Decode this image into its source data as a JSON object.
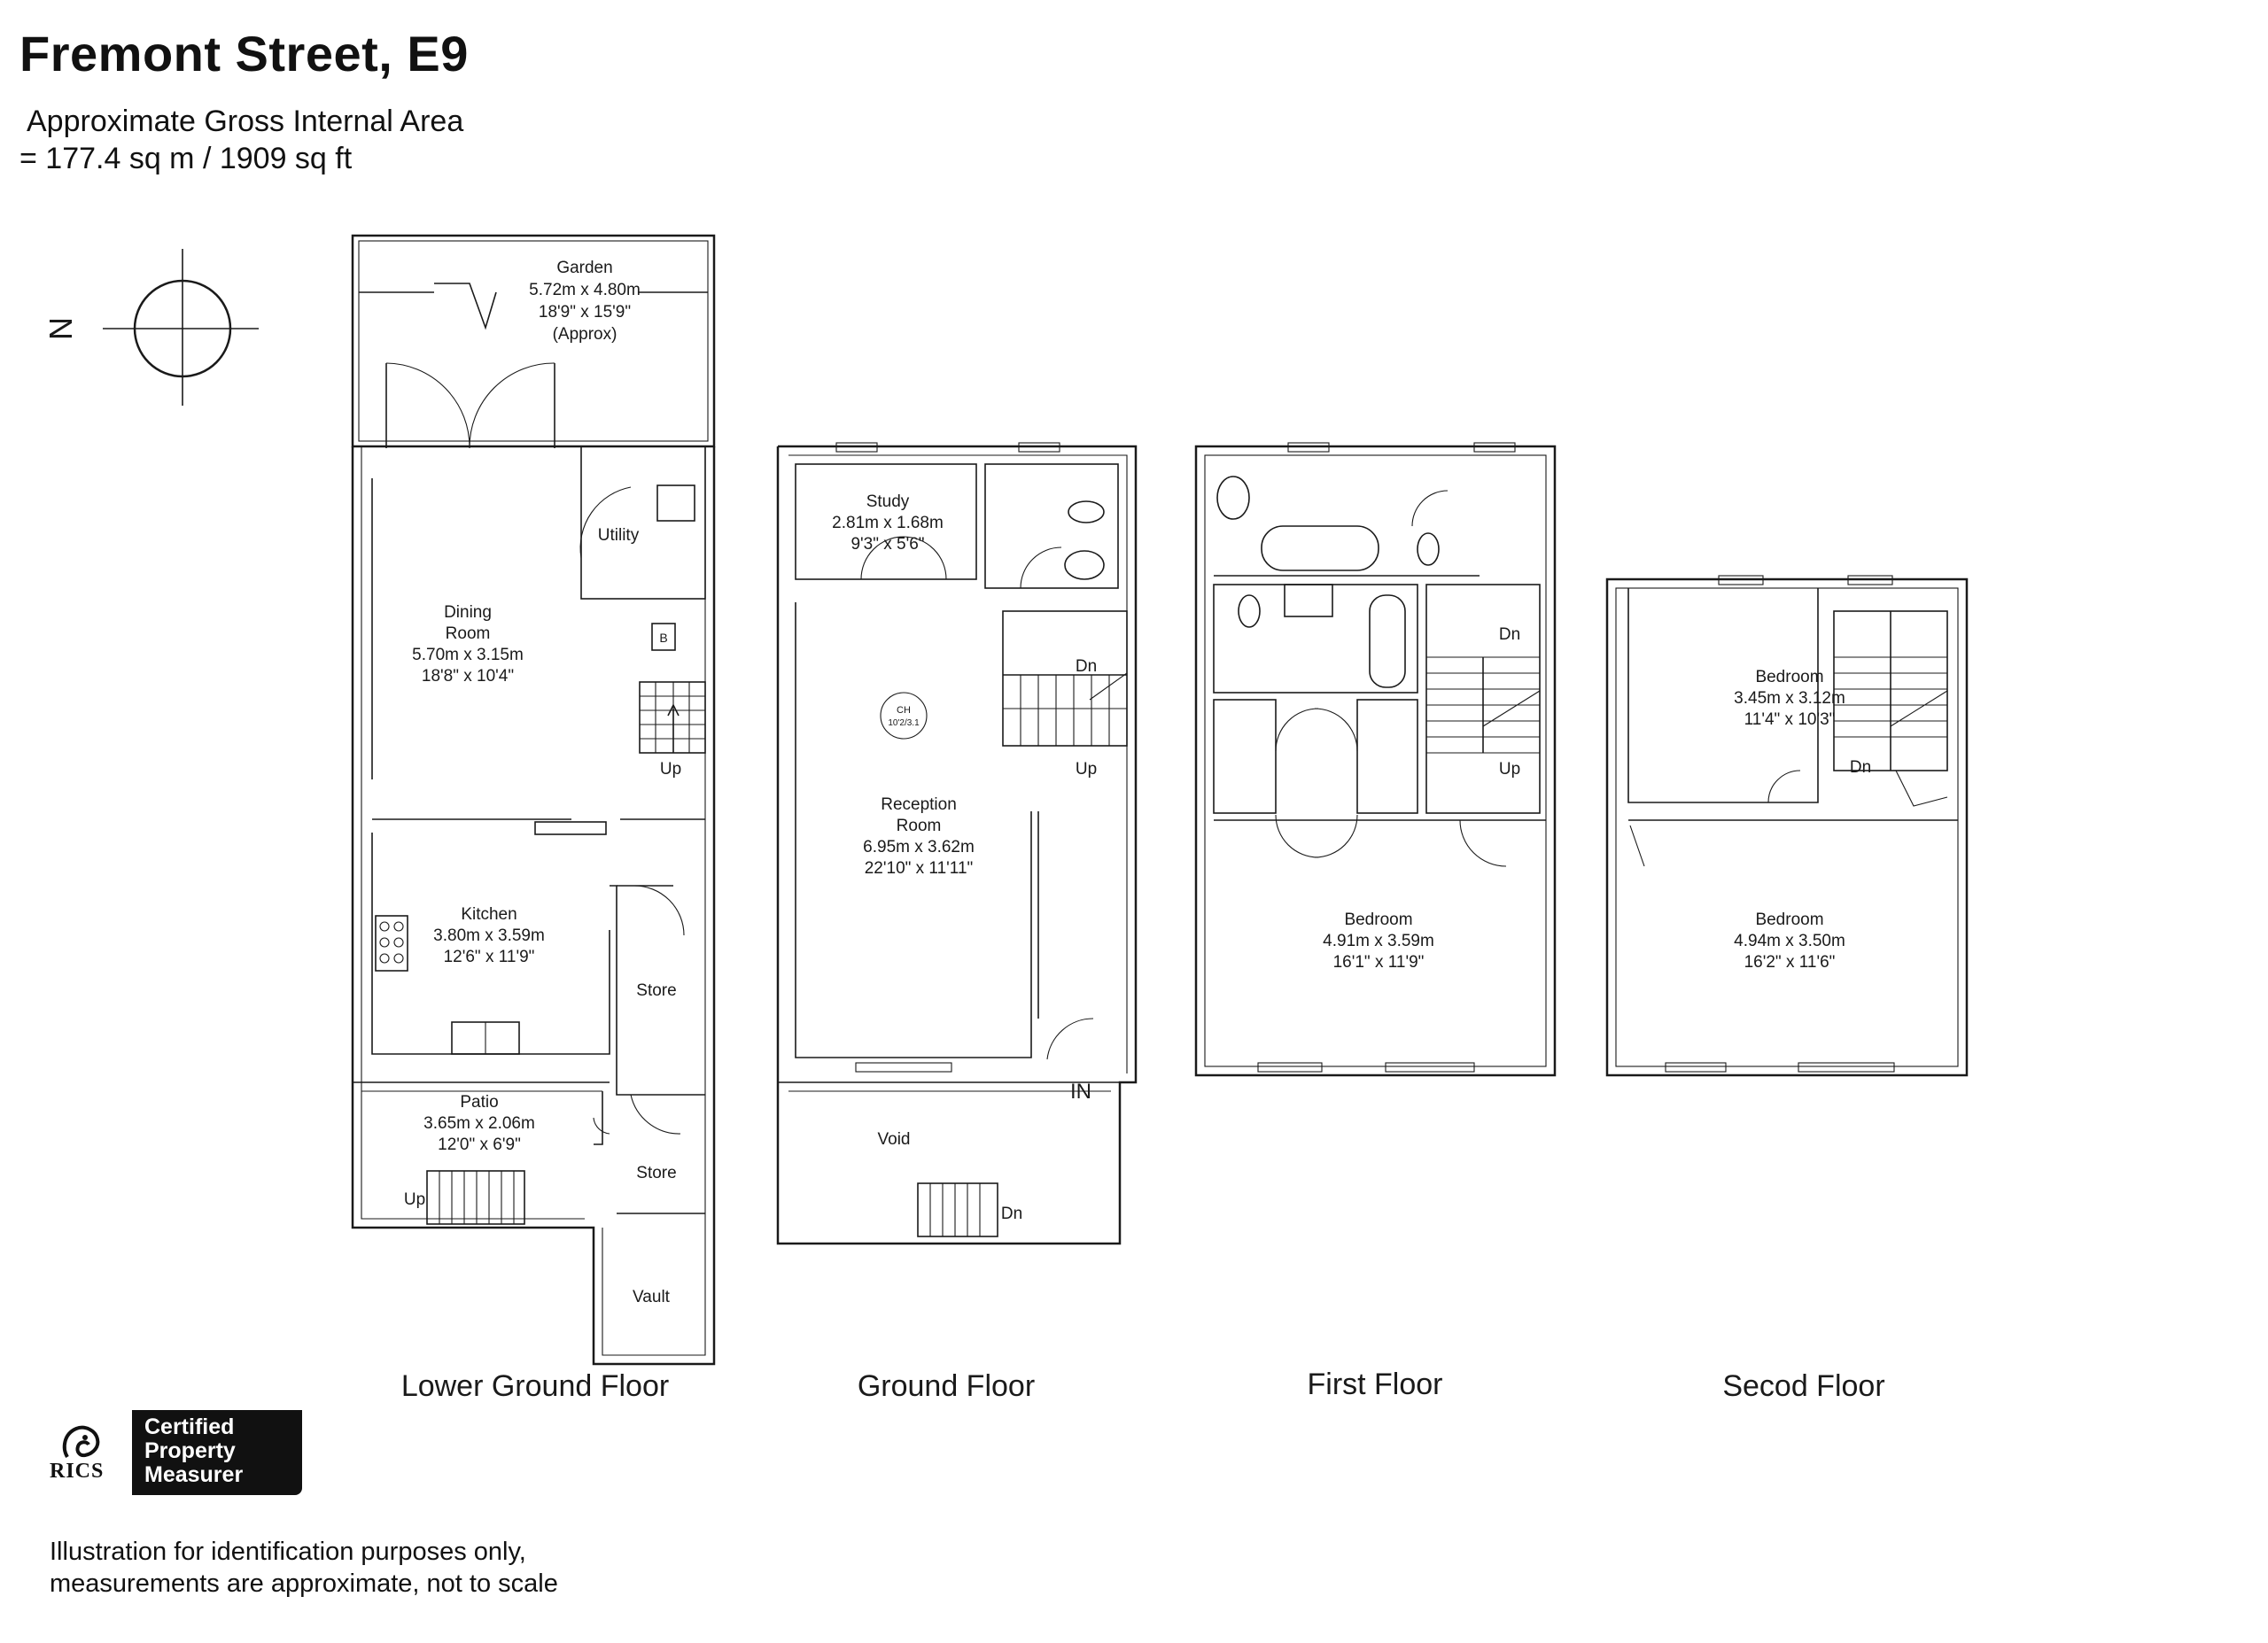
{
  "header": {
    "title": "Fremont Street, E9",
    "area_line1": "Approximate Gross Internal Area",
    "area_line2": "= 177.4 sq m / 1909 sq ft"
  },
  "compass": {
    "label": "N"
  },
  "floors": {
    "lower_ground": {
      "label": "Lower Ground Floor",
      "garden": [
        "Garden",
        "5.72m x 4.80m",
        "18'9\" x 15'9\"",
        "(Approx)"
      ],
      "utility": "Utility",
      "dining": [
        "Dining",
        "Room",
        "5.70m x 3.15m",
        "18'8\" x 10'4\""
      ],
      "boiler": "B",
      "stairs_up": "Up",
      "kitchen": [
        "Kitchen",
        "3.80m x 3.59m",
        "12'6\" x 11'9\""
      ],
      "store1": "Store",
      "patio": [
        "Patio",
        "3.65m x 2.06m",
        "12'0\" x 6'9\""
      ],
      "patio_up": "Up",
      "store2": "Store",
      "vault": "Vault"
    },
    "ground": {
      "label": "Ground Floor",
      "study": [
        "Study",
        "2.81m x 1.68m",
        "9'3\" x 5'6\""
      ],
      "stairs_dn": "Dn",
      "stairs_up": "Up",
      "ch": [
        "CH",
        "10'2/3.1"
      ],
      "reception": [
        "Reception",
        "Room",
        "6.95m x 3.62m",
        "22'10\" x 11'11\""
      ],
      "entrance": "IN",
      "void": "Void",
      "void_dn": "Dn"
    },
    "first": {
      "label": "First Floor",
      "stairs_dn": "Dn",
      "stairs_up": "Up",
      "bedroom": [
        "Bedroom",
        "4.91m x 3.59m",
        "16'1\" x 11'9\""
      ]
    },
    "second": {
      "label": "Secod Floor",
      "bedroom1": [
        "Bedroom",
        "3.45m x 3.12m",
        "11'4\" x 10'3\""
      ],
      "stairs_dn": "Dn",
      "bedroom2": [
        "Bedroom",
        "4.94m x 3.50m",
        "16'2\" x 11'6\""
      ]
    }
  },
  "badge": {
    "rics": "RICS",
    "line1": "Certified",
    "line2": "Property",
    "line3": "Measurer"
  },
  "disclaimer": {
    "line1": "Illustration for identification purposes only,",
    "line2": "measurements are approximate, not to scale"
  }
}
